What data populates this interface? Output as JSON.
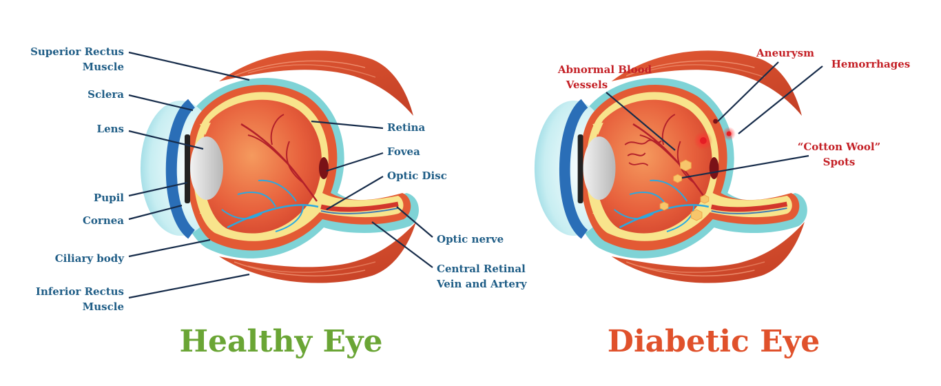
{
  "healthy": {
    "title": "Healthy Eye",
    "labels": {
      "superior_rectus_1": "Superior Rectus",
      "superior_rectus_2": "Muscle",
      "sclera": "Sclera",
      "lens": "Lens",
      "pupil": "Pupil",
      "cornea": "Cornea",
      "ciliary_body": "Ciliary body",
      "inferior_rectus_1": "Inferior Rectus",
      "inferior_rectus_2": "Muscle",
      "retina": "Retina",
      "fovea": "Fovea",
      "optic_disc": "Optic Disc",
      "optic_nerve": "Optic nerve",
      "central_vein_1": "Central Retinal",
      "central_vein_2": "Vein and Artery"
    }
  },
  "diabetic": {
    "title": "Diabetic Eye",
    "labels": {
      "abnormal_vessels_1": "Abnormal Blood",
      "abnormal_vessels_2": "Vessels",
      "aneurysm": "Aneurysm",
      "hemorrhages": "Hemorrhages",
      "cotton_wool_1": "“Cotton Wool”",
      "cotton_wool_2": "Spots"
    }
  },
  "colors": {
    "healthy_label": "#1f5d86",
    "diabetic_label": "#c42026",
    "healthy_title": "#6aa535",
    "diabetic_title": "#e0512b"
  }
}
